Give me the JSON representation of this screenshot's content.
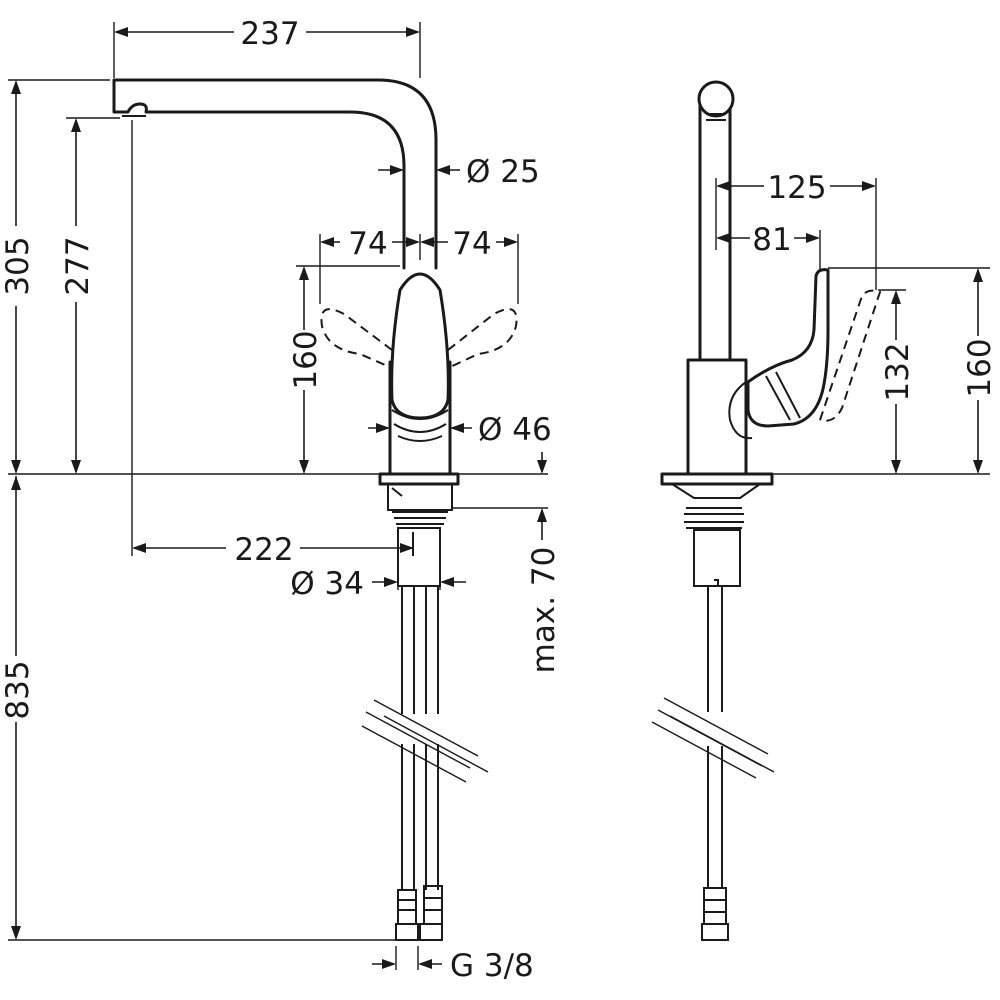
{
  "front_view": {
    "dim_width_spout": "237",
    "dim_total_height": "305",
    "dim_outlet_height": "277",
    "dim_spout_diameter": "Ø 25",
    "dim_lever_left": "74",
    "dim_lever_right": "74",
    "dim_lever_height": "160",
    "dim_body_diameter": "Ø 46",
    "dim_projection": "222",
    "dim_shank_diameter": "Ø 34",
    "dim_max_thickness": "max. 70",
    "dim_hose_length": "835",
    "dim_connection": "G 3/8"
  },
  "side_view": {
    "dim_lever_reach_max": "125",
    "dim_lever_reach": "81",
    "dim_lever_height_tilted": "132",
    "dim_lever_height": "160"
  }
}
